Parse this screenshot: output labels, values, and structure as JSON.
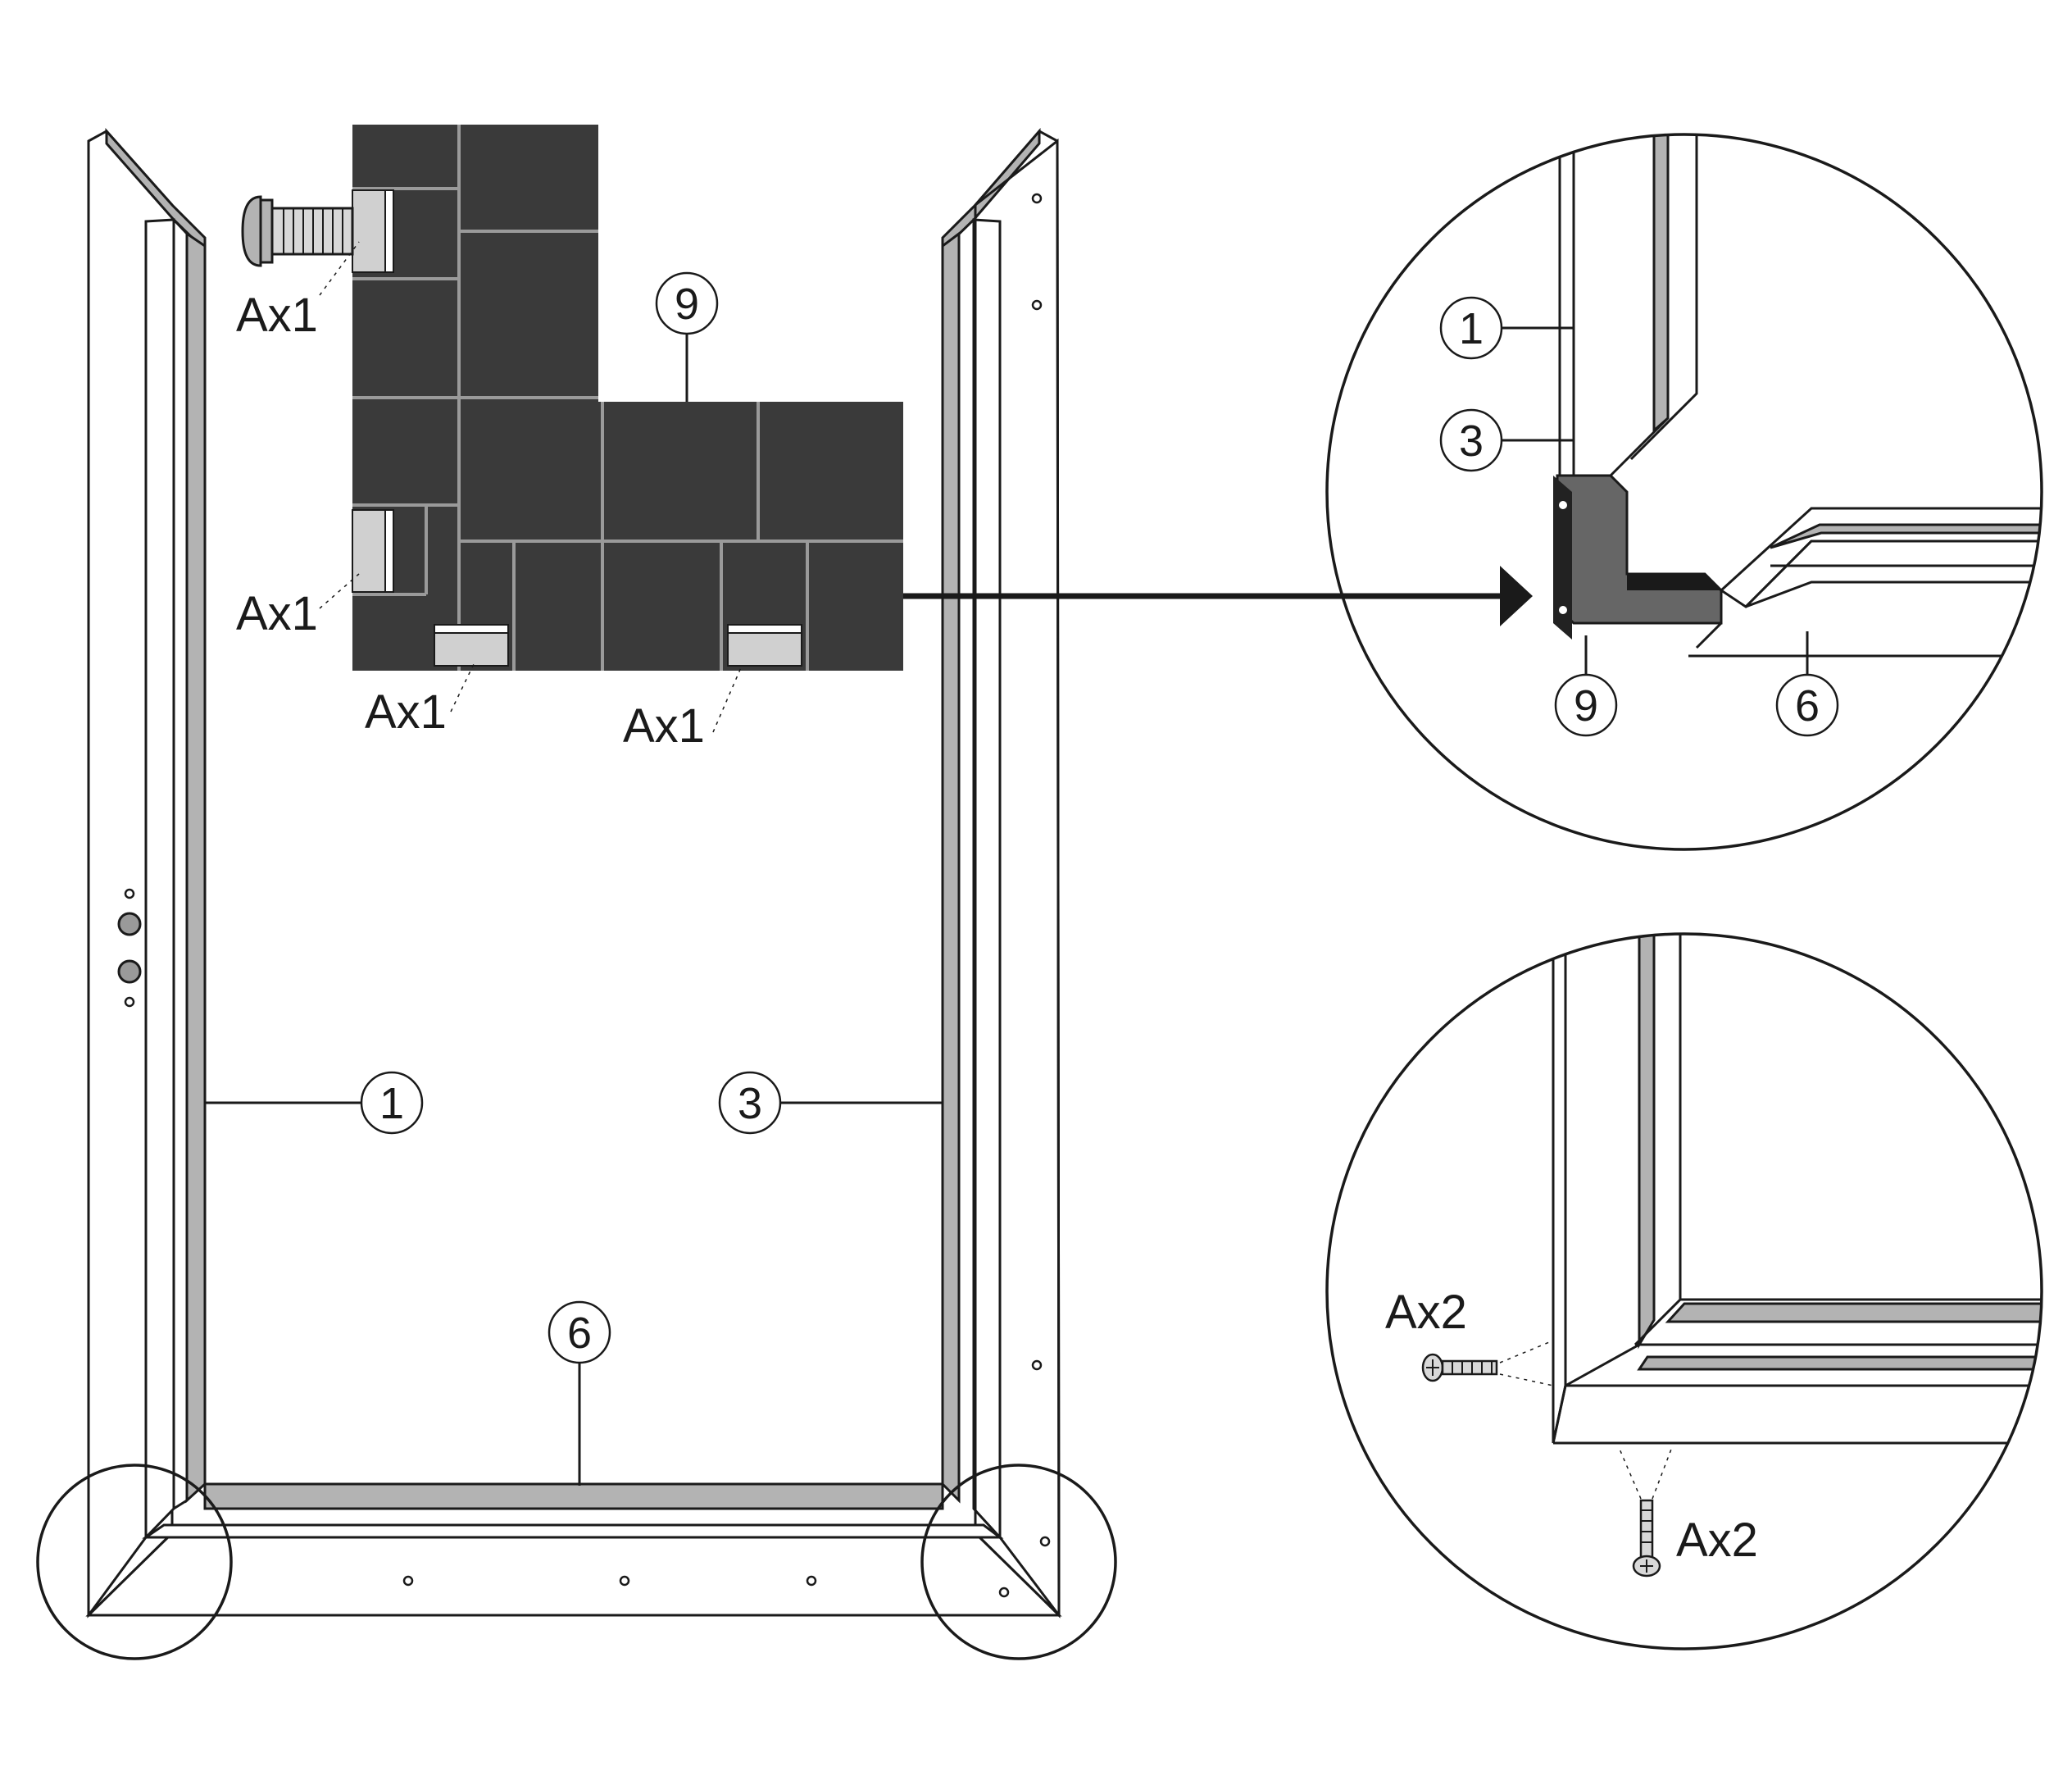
{
  "callouts": {
    "part_1": "1",
    "part_3": "3",
    "part_6": "6",
    "part_9": "9"
  },
  "hardware_labels": {
    "a_x1": "Ax1",
    "a_x2": "Ax2"
  },
  "detail_top": {
    "part_1": "1",
    "part_3": "3",
    "part_9": "9",
    "part_6": "6"
  },
  "detail_bottom": {
    "screw_side": "Ax2",
    "screw_bottom": "Ax2"
  },
  "colors": {
    "line": "#1a1a1a",
    "groove": "#b3b3b3",
    "bracket_sheet": "#3a3a3a",
    "bracket_part": "#666666"
  }
}
